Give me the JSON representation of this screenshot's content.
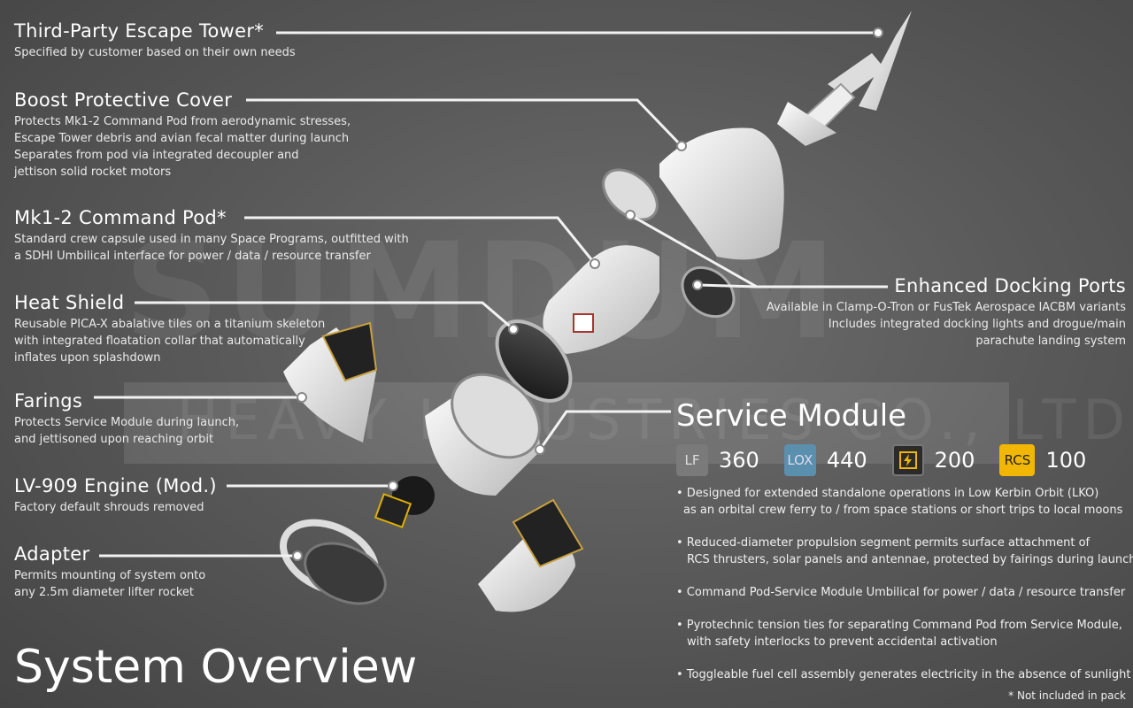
{
  "watermark": {
    "line1": "SUMDUM",
    "line2": "HEAVY INDUSTRIES CO., LTD"
  },
  "parts": [
    {
      "title": "Third-Party Escape Tower*",
      "desc": [
        "Specified by customer based on their own needs"
      ]
    },
    {
      "title": "Boost Protective Cover",
      "desc": [
        "Protects Mk1-2 Command Pod from aerodynamic stresses,",
        "Escape Tower debris and avian fecal matter during launch",
        "Separates from pod via integrated decoupler and",
        "jettison solid rocket motors"
      ]
    },
    {
      "title": "Mk1-2 Command Pod*",
      "desc": [
        "Standard crew capsule used in many Space Programs, outfitted with",
        "a SDHI Umbilical interface for power / data / resource transfer"
      ]
    },
    {
      "title": "Heat Shield",
      "desc": [
        "Reusable PICA-X abalative tiles on a titanium skeleton",
        "with integrated floatation collar that automatically",
        "inflates upon splashdown"
      ]
    },
    {
      "title": "Farings",
      "desc": [
        "Protects Service Module during launch,",
        "and jettisoned upon reaching orbit"
      ]
    },
    {
      "title": "LV-909 Engine (Mod.)",
      "desc": [
        "Factory default shrouds removed"
      ]
    },
    {
      "title": "Adapter",
      "desc": [
        "Permits mounting of system onto",
        "any 2.5m diameter lifter rocket"
      ]
    }
  ],
  "docking": {
    "title": "Enhanced Docking Ports",
    "desc": [
      "Available in Clamp-O-Tron or FusTek Aerospace IACBM variants",
      "Includes integrated docking lights and drogue/main",
      "parachute landing system"
    ]
  },
  "service_module": {
    "title": "Service Module",
    "stats": [
      {
        "badge": "LF",
        "value": "360",
        "color": "#7a7a7a",
        "text_color": "#ddd"
      },
      {
        "badge": "LOX",
        "value": "440",
        "color": "#5b8fae",
        "text_color": "#dde"
      },
      {
        "badge": "bolt-icon",
        "value": "200",
        "color": "#2b2b2b",
        "text_color": "#f5b400"
      },
      {
        "badge": "RCS",
        "value": "100",
        "color": "#f2b705",
        "text_color": "#222"
      }
    ],
    "bullets": [
      [
        "• Designed for extended standalone operations in Low Kerbin Orbit (LKO)",
        "as an orbital crew ferry to / from space stations or short trips to local moons"
      ],
      [
        "• Reduced-diameter propulsion segment permits surface attachment of",
        "RCS thrusters, solar panels and antennae, protected by fairings during launch"
      ],
      [
        "• Command Pod-Service Module Umbilical for power / data / resource transfer"
      ],
      [
        "• Pyrotechnic tension ties for separating Command Pod from Service Module,",
        "with safety interlocks to prevent accidental activation"
      ],
      [
        "• Toggleable fuel cell assembly generates electricity in the absence of sunlight"
      ]
    ]
  },
  "footer": {
    "title": "System Overview",
    "note": "* Not included in pack"
  }
}
